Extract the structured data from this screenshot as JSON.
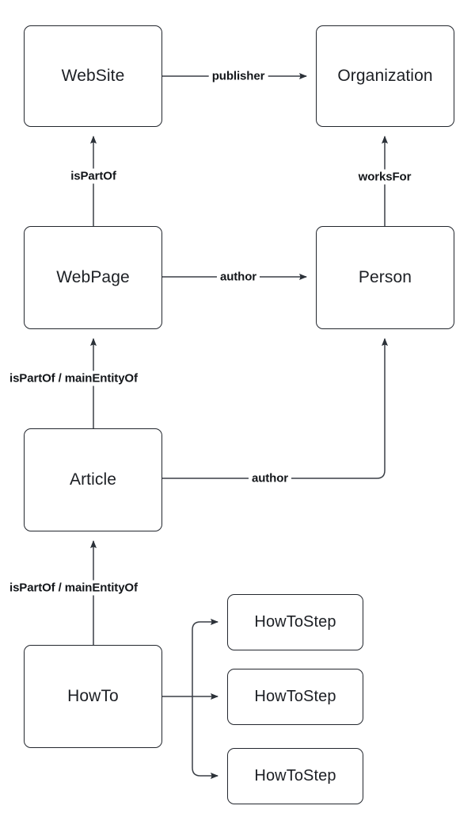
{
  "diagram": {
    "type": "schema-entity-relationship-graph",
    "background_color": "#ffffff",
    "node_border_color": "#23272e",
    "node_fill_color": "#ffffff",
    "edge_color": "#3a3f46",
    "label_color": "#13161a",
    "nodes": [
      {
        "id": "website",
        "label": "WebSite"
      },
      {
        "id": "organization",
        "label": "Organization"
      },
      {
        "id": "webpage",
        "label": "WebPage"
      },
      {
        "id": "person",
        "label": "Person"
      },
      {
        "id": "article",
        "label": "Article"
      },
      {
        "id": "howto",
        "label": "HowTo"
      },
      {
        "id": "howtostep1",
        "label": "HowToStep"
      },
      {
        "id": "howtostep2",
        "label": "HowToStep"
      },
      {
        "id": "howtostep3",
        "label": "HowToStep"
      }
    ],
    "edges": [
      {
        "id": "e-publisher",
        "from": "website",
        "to": "organization",
        "label": "publisher"
      },
      {
        "id": "e-worksfor",
        "from": "person",
        "to": "organization",
        "label": "worksFor"
      },
      {
        "id": "e-ispartof",
        "from": "webpage",
        "to": "website",
        "label": "isPartOf"
      },
      {
        "id": "e-author-webpage",
        "from": "webpage",
        "to": "person",
        "label": "author"
      },
      {
        "id": "e-ispartof-article",
        "from": "article",
        "to": "webpage",
        "label": "isPartOf / mainEntityOf"
      },
      {
        "id": "e-author-article",
        "from": "article",
        "to": "person",
        "label": "author"
      },
      {
        "id": "e-ispartof-howto",
        "from": "howto",
        "to": "article",
        "label": "isPartOf / mainEntityOf"
      },
      {
        "id": "e-step-1",
        "from": "howto",
        "to": "howtostep1",
        "label": ""
      },
      {
        "id": "e-step-2",
        "from": "howto",
        "to": "howtostep2",
        "label": ""
      },
      {
        "id": "e-step-3",
        "from": "howto",
        "to": "howtostep3",
        "label": ""
      }
    ]
  }
}
